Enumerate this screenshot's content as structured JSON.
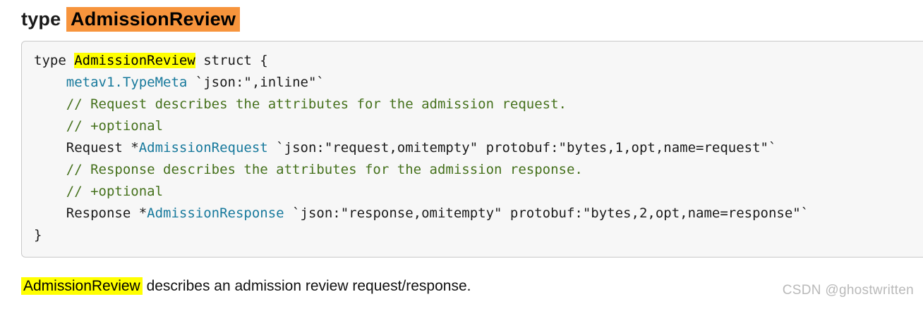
{
  "page": {
    "heading": {
      "prefix": "type ",
      "highlight": "AdmissionReview"
    },
    "code": {
      "language": "go",
      "lines": [
        [
          {
            "t": "type ",
            "c": "p",
            "n": "code-text"
          },
          {
            "t": "AdmissionReview",
            "c": "hl",
            "n": "search-highlight"
          },
          {
            "t": " struct {",
            "c": "p",
            "n": "code-text"
          }
        ],
        [
          {
            "t": "    ",
            "c": "p",
            "n": "code-text"
          },
          {
            "t": "metav1.TypeMeta",
            "c": "l",
            "n": "typemeta-link"
          },
          {
            "t": " `json:\",inline\"`",
            "c": "p",
            "n": "code-text"
          }
        ],
        [
          {
            "t": "    // Request describes the attributes for the admission request.",
            "c": "c",
            "n": "code-comment"
          }
        ],
        [
          {
            "t": "    // +optional",
            "c": "c",
            "n": "code-comment"
          }
        ],
        [
          {
            "t": "    Request *",
            "c": "p",
            "n": "code-text"
          },
          {
            "t": "AdmissionRequest",
            "c": "l",
            "n": "admission-request-link"
          },
          {
            "t": " `json:\"request,omitempty\" protobuf:\"bytes,1,opt,name=request\"`",
            "c": "p",
            "n": "code-text"
          }
        ],
        [
          {
            "t": "    // Response describes the attributes for the admission response.",
            "c": "c",
            "n": "code-comment"
          }
        ],
        [
          {
            "t": "    // +optional",
            "c": "c",
            "n": "code-comment"
          }
        ],
        [
          {
            "t": "    Response *",
            "c": "p",
            "n": "code-text"
          },
          {
            "t": "AdmissionResponse",
            "c": "l",
            "n": "admission-response-link"
          },
          {
            "t": " `json:\"response,omitempty\" protobuf:\"bytes,2,opt,name=response\"`",
            "c": "p",
            "n": "code-text"
          }
        ],
        [
          {
            "t": "}",
            "c": "p",
            "n": "code-text"
          }
        ]
      ]
    },
    "description": {
      "highlight": "AdmissionReview",
      "text": " describes an admission review request/response."
    },
    "watermark": "CSDN @ghostwritten",
    "colors": {
      "highlight_orange": "#f7943c",
      "highlight_yellow": "#ffff00",
      "link_teal": "#17799c",
      "comment_green": "#45711c",
      "code_bg": "#f7f7f7",
      "code_border": "#c9c9c9",
      "watermark_gray": "#b9b9b9"
    }
  }
}
